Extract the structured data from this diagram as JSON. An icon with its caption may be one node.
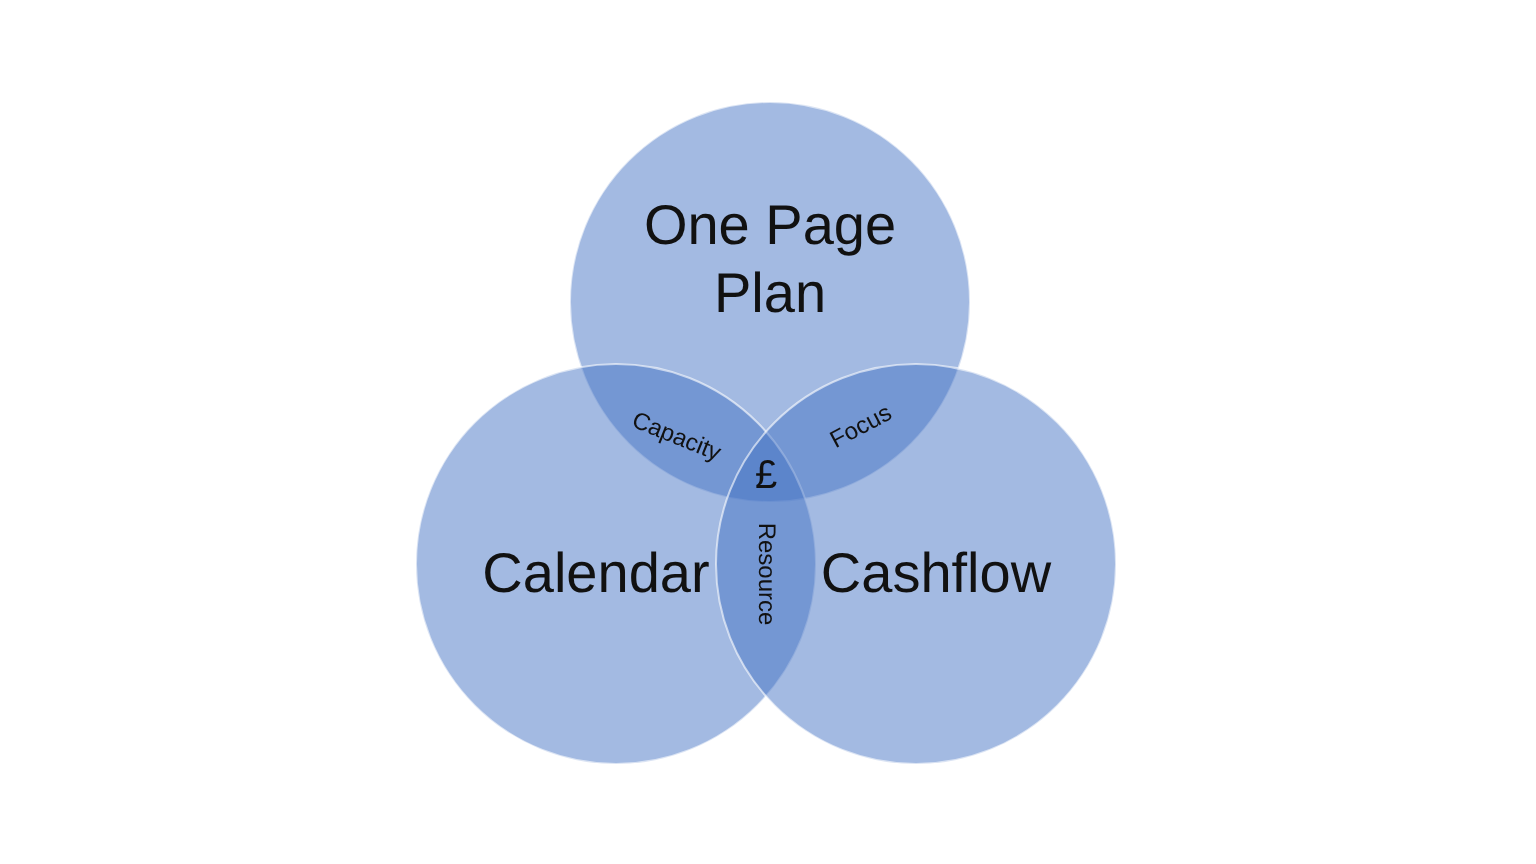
{
  "diagram": {
    "nodes": [
      {
        "text": [
          "One Page Plan"
        ]
      },
      {
        "text": [
          "Calendar"
        ]
      },
      {
        "text": [
          "Cashflow"
        ]
      }
    ],
    "labels": [
      "Capacity",
      "£",
      "Focus",
      "Resource"
    ]
  }
}
